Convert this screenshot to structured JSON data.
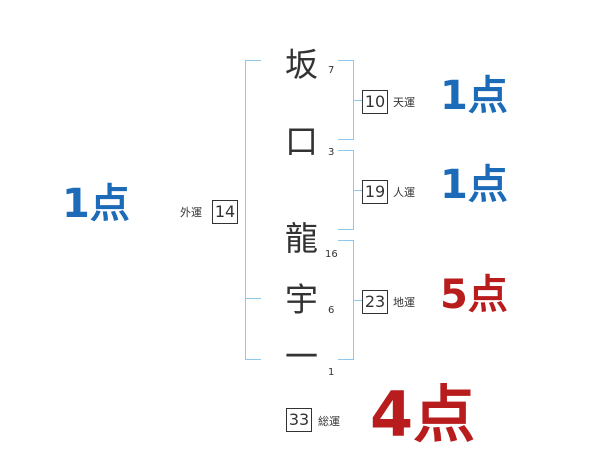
{
  "name": {
    "chars": [
      {
        "char": "坂",
        "strokes": "7"
      },
      {
        "char": "口",
        "strokes": "3"
      },
      {
        "char": "龍",
        "strokes": "16"
      },
      {
        "char": "宇",
        "strokes": "6"
      },
      {
        "char": "一",
        "strokes": "1"
      }
    ]
  },
  "fortunes": {
    "tenun": {
      "value": "10",
      "label": "天運",
      "score": "1点"
    },
    "jinun": {
      "value": "19",
      "label": "人運",
      "score": "1点"
    },
    "chiun": {
      "value": "23",
      "label": "地運",
      "score": "5点"
    },
    "gaiun": {
      "value": "14",
      "label": "外運",
      "score": "1点"
    },
    "souun": {
      "value": "33",
      "label": "総運",
      "score": "4点"
    }
  },
  "colors": {
    "bracket": "#8ec8ea",
    "score_blue": "#1c6bb8",
    "score_red": "#b81c1c"
  }
}
